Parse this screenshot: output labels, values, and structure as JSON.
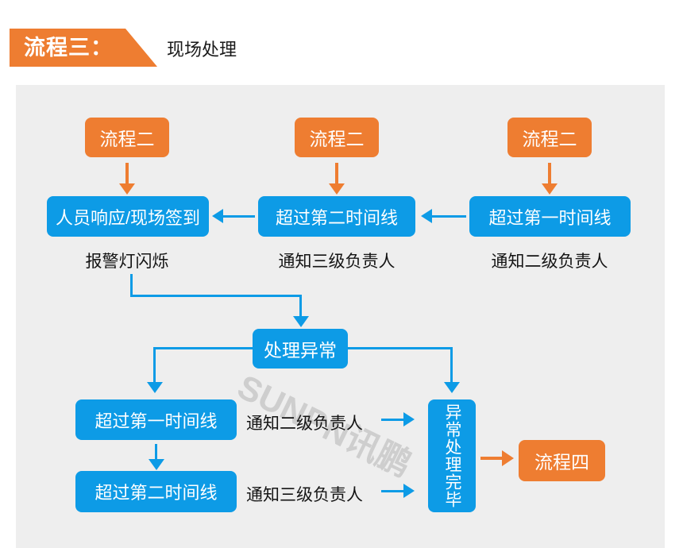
{
  "header": {
    "badge": "流程三：",
    "title": "现场处理"
  },
  "colors": {
    "orange": "#EE7D31",
    "blue": "#0D9BE6",
    "panel_background": "#EEEEEE",
    "label_text": "#141414",
    "node_text": "#FFFFFF"
  },
  "diagram": {
    "watermark": "SUNPN讯鹏",
    "columns": [
      {
        "source": "流程二",
        "step": "人员响应/现场签到",
        "note": "报警灯闪烁"
      },
      {
        "source": "流程二",
        "step": "超过第二时间线",
        "note": "通知三级负责人"
      },
      {
        "source": "流程二",
        "step": "超过第一时间线",
        "note": "通知二级负责人"
      }
    ],
    "process": {
      "label": "处理异常"
    },
    "escalation": [
      {
        "step": "超过第一时间线",
        "note": "通知二级负责人"
      },
      {
        "step": "超过第二时间线",
        "note": "通知三级负责人"
      }
    ],
    "completion": {
      "label": "异常处理完毕"
    },
    "next": {
      "label": "流程四"
    }
  }
}
